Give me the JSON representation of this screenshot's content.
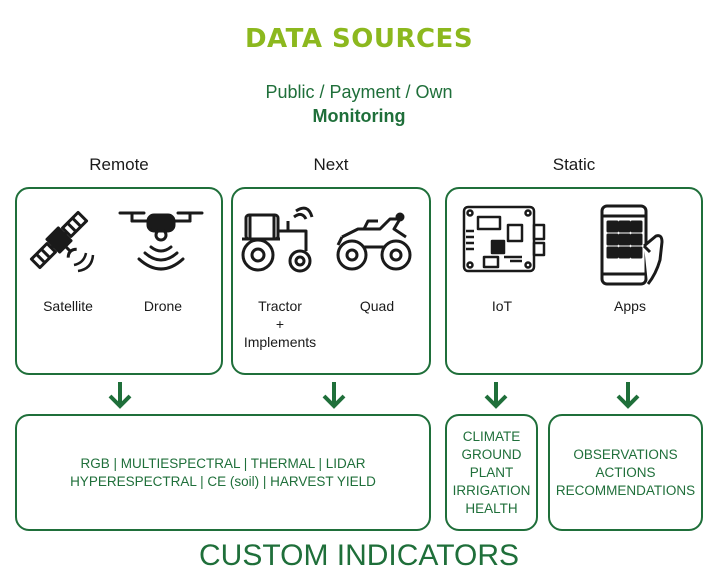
{
  "header": {
    "title": "DATA SOURCES",
    "subtitle": "Public / Payment / Own",
    "subtitle_bold": "Monitoring"
  },
  "groups": [
    {
      "label": "Remote",
      "items": [
        {
          "label": "Satellite",
          "icon": "satellite-icon"
        },
        {
          "label": "Drone",
          "icon": "drone-icon"
        }
      ]
    },
    {
      "label": "Next",
      "items": [
        {
          "label": "Tractor\n+\nImplements",
          "icon": "tractor-icon"
        },
        {
          "label": "Quad",
          "icon": "quad-icon"
        }
      ]
    },
    {
      "label": "Static",
      "items": [
        {
          "label": "IoT",
          "icon": "circuit-board-icon"
        },
        {
          "label": "Apps",
          "icon": "smartphone-icon"
        }
      ]
    }
  ],
  "outputs": {
    "sensors": [
      "RGB | MULTIESPECTRAL | THERMAL | LIDAR",
      "HYPERESPECTRAL | CE (soil) | HARVEST YIELD"
    ],
    "conditions": [
      "CLIMATE",
      "GROUND",
      "PLANT",
      "IRRIGATION",
      "HEALTH"
    ],
    "records": [
      "OBSERVATIONS",
      "ACTIONS",
      "RECOMMENDATIONS"
    ]
  },
  "footer": "CUSTOM INDICATORS",
  "colors": {
    "accent_green": "#8cb81e",
    "dark_green": "#1f6f3a"
  }
}
